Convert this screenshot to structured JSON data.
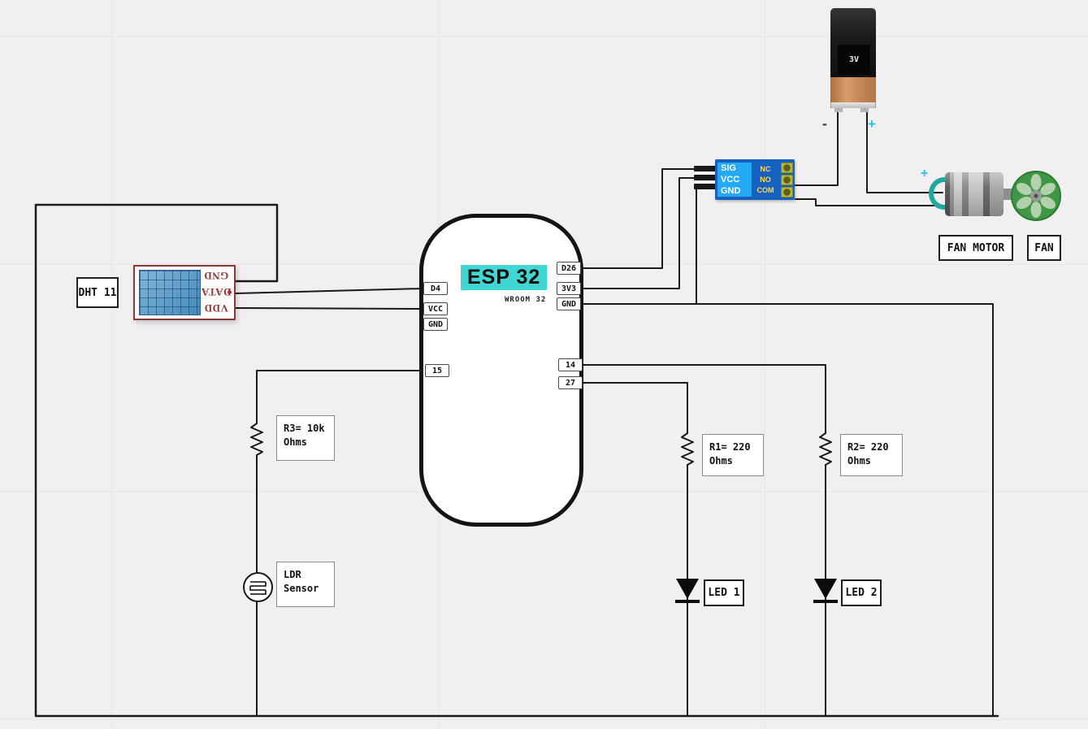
{
  "colors": {
    "accent_cyan": "#29c0e8",
    "esp_highlight": "#40d6d3",
    "relay_blue": "#1660c0",
    "relay_panel_blue": "#23aaf2",
    "relay_label_yellow": "#ffd94f",
    "wire_black": "#1a1a1a",
    "dht_maroon": "#8a3a3a",
    "fan_green": "#3f9644",
    "battery_copper": "#d99d6a"
  },
  "esp32": {
    "title": "ESP 32",
    "subtitle": "WROOM 32",
    "left_pins": [
      "D4",
      "VCC",
      "GND",
      "15"
    ],
    "right_pins": [
      "D26",
      "3V3",
      "GND",
      "14",
      "27"
    ]
  },
  "dht11": {
    "label": "DHT 11",
    "pins": [
      "GND",
      "DATA",
      "VDD"
    ]
  },
  "battery": {
    "voltage": "3V",
    "minus": "-",
    "plus": "+"
  },
  "relay": {
    "input_pins": [
      "SIG",
      "VCC",
      "GND"
    ],
    "output_pins": [
      "NC",
      "NO",
      "COM"
    ]
  },
  "fan_motor": {
    "label": "FAN MOTOR",
    "plus": "+"
  },
  "fan": {
    "label": "FAN"
  },
  "resistors": [
    {
      "id": "R3",
      "line1": "R3= 10k",
      "line2": "Ohms"
    },
    {
      "id": "R1",
      "line1": "R1= 220",
      "line2": "Ohms"
    },
    {
      "id": "R2",
      "line1": "R2= 220",
      "line2": "Ohms"
    }
  ],
  "ldr": {
    "line1": "LDR",
    "line2": "Sensor"
  },
  "leds": [
    {
      "label": "LED 1"
    },
    {
      "label": "LED 2"
    }
  ]
}
